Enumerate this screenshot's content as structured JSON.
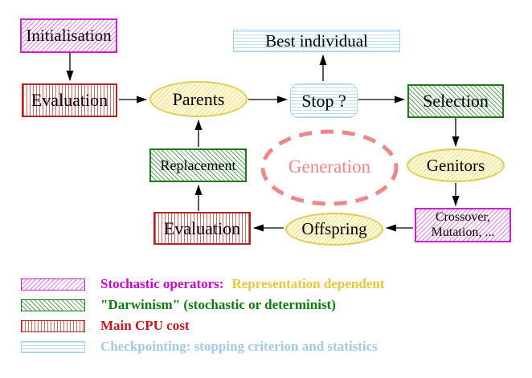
{
  "diagram": {
    "nodes": {
      "initialisation": "Initialisation",
      "evaluation_top": "Evaluation",
      "parents": "Parents",
      "best_individual": "Best individual",
      "stop": "Stop ?",
      "selection": "Selection",
      "genitors": "Genitors",
      "crossover_line1": "Crossover,",
      "crossover_line2": "Mutation, ...",
      "offspring": "Offspring",
      "evaluation_bottom": "Evaluation",
      "replacement": "Replacement",
      "generation": "Generation"
    },
    "colors": {
      "stochastic_magenta": "#cc22cc",
      "darwinism_green": "#1a7a1a",
      "main_cpu_red": "#b52222",
      "checkpoint_cyan": "#a5d2e6",
      "population_yellow": "#e0cd55",
      "generation_salmon": "#ee8787",
      "arrow_black": "#000000"
    }
  },
  "legend": {
    "row1_label": "Stochastic operators:",
    "row1_label2": "Representation dependent",
    "row2_label": "\"Darwinism\" (stochastic or determinist)",
    "row3_label": "Main CPU cost",
    "row4_label": "Checkpointing: stopping criterion and statistics"
  }
}
